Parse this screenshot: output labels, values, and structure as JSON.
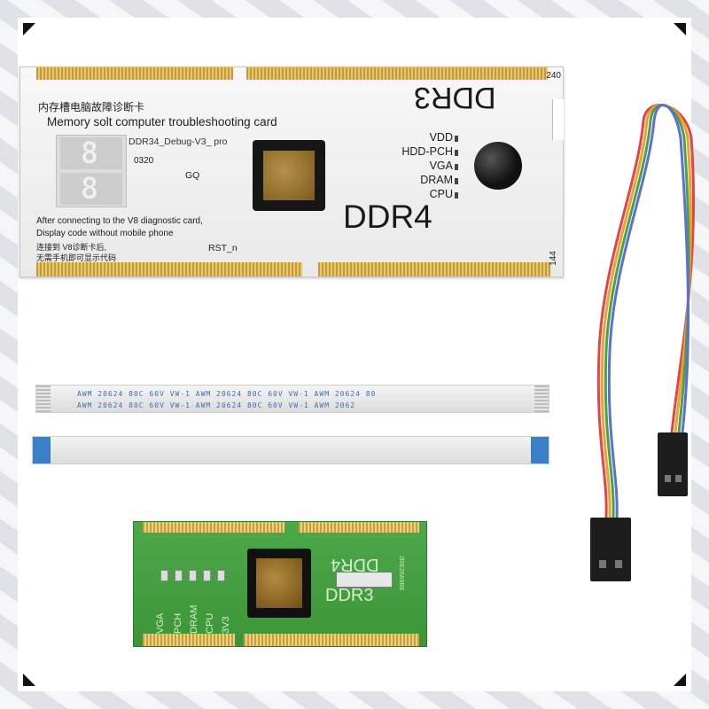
{
  "card": {
    "cn_title": "内存槽电脑故障诊断卡",
    "en_title": "Memory solt computer troubleshooting card",
    "model": "DDR34_Debug-V3_ pro",
    "code": "0320",
    "gq": "GQ",
    "after_text": "After connecting to the  V8  diagnostic card,",
    "display_text": "Display code without mobile phone",
    "cn_line1": "连接到 V8诊断卡后,",
    "cn_line2": "无需手机即可显示代码",
    "rst": "RST_n",
    "ddr3": "DDR3",
    "ddr4": "DDR4",
    "leds": [
      "VDD",
      "HDD-PCH",
      "VGA",
      "DRAM",
      "CPU"
    ],
    "pin_240": "240",
    "pin_144": "144",
    "segment_digits": [
      "8",
      "8"
    ]
  },
  "cables": {
    "print_row1": "AWM  20624  80C  60V  VW-1            AWM  20624  80C  60V  VW-1            AWM  20624  80",
    "print_row2": "AWM  20624  80C  60V  VW-1            AWM  20624  80C  60V  VW-1            AWM  2062"
  },
  "wire_colors": [
    "#e04646",
    "#f0a030",
    "#48a24a",
    "#5b6fd6"
  ],
  "green_card": {
    "ddr4": "DDR4",
    "ddr3": "DDR3",
    "labels": [
      "VGA",
      "PCH",
      "DRAM",
      "CPU",
      "3V3"
    ],
    "code": "2l0E26A9B8"
  }
}
